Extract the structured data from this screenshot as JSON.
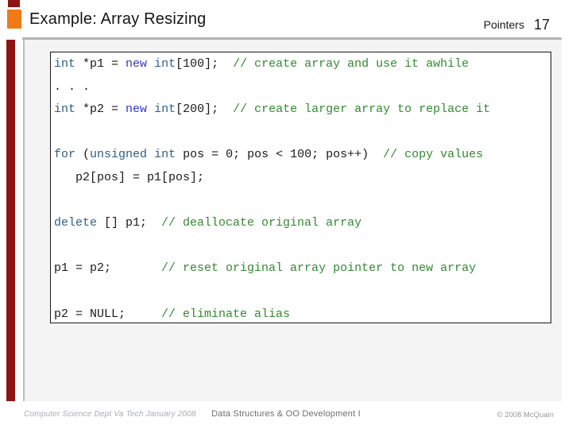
{
  "slide": {
    "title": "Example: Array Resizing",
    "header_right": {
      "section": "Pointers",
      "page_number": "17"
    },
    "footer": {
      "left": "Computer Science Dept Va Tech January 2008",
      "center": "Data Structures & OO Development I",
      "right": "© 2008  McQuain"
    }
  },
  "colors": {
    "orange": "#ee7b17",
    "maroon": "#8e1515",
    "rule": "#b3b3b3",
    "keyword": "#2d5f8a",
    "keyword_new": "#3038c8",
    "comment": "#318a31",
    "code_plain": "#1a1a1a"
  },
  "code": {
    "lines": [
      {
        "segments": [
          [
            "kw",
            "int"
          ],
          [
            "p",
            " *p1 = "
          ],
          [
            "nw",
            "new"
          ],
          [
            "p",
            " "
          ],
          [
            "kw",
            "int"
          ],
          [
            "p",
            "[100];  "
          ],
          [
            "cm",
            "// create array and use it awhile"
          ]
        ]
      },
      {
        "segments": [
          [
            "p",
            ". . ."
          ]
        ]
      },
      {
        "segments": [
          [
            "kw",
            "int"
          ],
          [
            "p",
            " *p2 = "
          ],
          [
            "nw",
            "new"
          ],
          [
            "p",
            " "
          ],
          [
            "kw",
            "int"
          ],
          [
            "p",
            "[200];  "
          ],
          [
            "cm",
            "// create larger array to replace it"
          ]
        ]
      },
      {
        "segments": []
      },
      {
        "segments": [
          [
            "kw",
            "for"
          ],
          [
            "p",
            " ("
          ],
          [
            "kw",
            "unsigned"
          ],
          [
            "p",
            " "
          ],
          [
            "kw",
            "int"
          ],
          [
            "p",
            " pos = 0; pos < 100; pos++)  "
          ],
          [
            "cm",
            "// copy values"
          ]
        ]
      },
      {
        "segments": [
          [
            "p",
            "   p2[pos] = p1[pos];"
          ]
        ]
      },
      {
        "segments": []
      },
      {
        "segments": [
          [
            "kw",
            "delete"
          ],
          [
            "p",
            " [] p1;  "
          ],
          [
            "cm",
            "// deallocate original array"
          ]
        ]
      },
      {
        "segments": []
      },
      {
        "segments": [
          [
            "p",
            "p1 = p2;       "
          ],
          [
            "cm",
            "// reset original array pointer to new array"
          ]
        ]
      },
      {
        "segments": []
      },
      {
        "segments": [
          [
            "p",
            "p2 = NULL;     "
          ],
          [
            "cm",
            "// eliminate alias"
          ]
        ]
      }
    ]
  }
}
